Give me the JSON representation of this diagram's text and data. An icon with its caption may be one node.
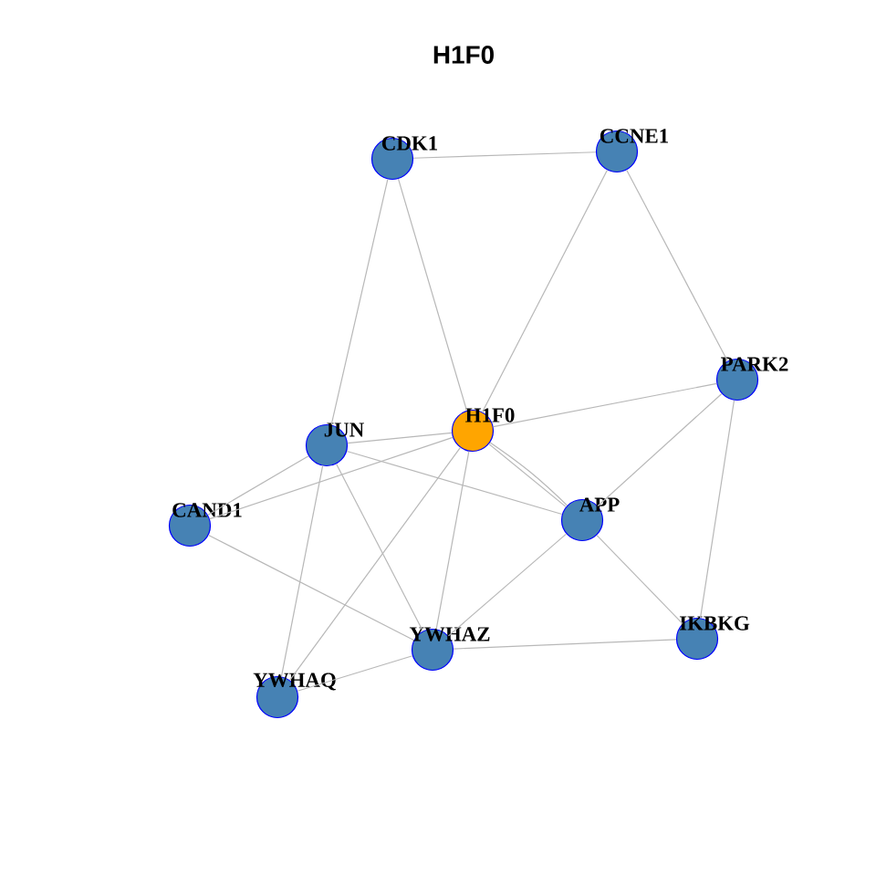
{
  "diagram": {
    "title": "H1F0",
    "nodes": [
      {
        "text": [
          "CDK1"
        ]
      },
      {
        "text": [
          "CCNE1"
        ]
      },
      {
        "text": [
          "PARK2"
        ]
      },
      {
        "text": [
          "JUN"
        ]
      },
      {
        "text": [
          "H1F0"
        ]
      },
      {
        "text": [
          "CAND1"
        ]
      },
      {
        "text": [
          "APP"
        ]
      },
      {
        "text": [
          "YWHAZ"
        ]
      },
      {
        "text": [
          "IKBKG"
        ]
      },
      {
        "text": [
          "YWHAQ"
        ]
      }
    ],
    "edges": [
      {
        "from": 0,
        "to": 1,
        "arrow": "none"
      },
      {
        "from": 0,
        "to": 3,
        "arrow": "none"
      },
      {
        "from": 0,
        "to": 4,
        "arrow": "none"
      },
      {
        "from": 1,
        "to": 4,
        "arrow": "none"
      },
      {
        "from": 1,
        "to": 2,
        "arrow": "none"
      },
      {
        "from": 2,
        "to": 4,
        "arrow": "none"
      },
      {
        "from": 2,
        "to": 6,
        "arrow": "none"
      },
      {
        "from": 2,
        "to": 8,
        "arrow": "none"
      },
      {
        "from": 3,
        "to": 4,
        "arrow": "none"
      },
      {
        "from": 3,
        "to": 5,
        "arrow": "none"
      },
      {
        "from": 3,
        "to": 6,
        "arrow": "none"
      },
      {
        "from": 3,
        "to": 7,
        "arrow": "none"
      },
      {
        "from": 3,
        "to": 9,
        "arrow": "none"
      },
      {
        "from": 4,
        "to": 5,
        "arrow": "none"
      },
      {
        "from": 4,
        "to": 6,
        "arrow": "none"
      },
      {
        "from": 4,
        "to": 6,
        "arrow": "none"
      },
      {
        "from": 4,
        "to": 7,
        "arrow": "none"
      },
      {
        "from": 4,
        "to": 9,
        "arrow": "none"
      },
      {
        "from": 5,
        "to": 7,
        "arrow": "none"
      },
      {
        "from": 6,
        "to": 7,
        "arrow": "none"
      },
      {
        "from": 6,
        "to": 8,
        "arrow": "none"
      },
      {
        "from": 7,
        "to": 8,
        "arrow": "none"
      },
      {
        "from": 7,
        "to": 9,
        "arrow": "none"
      }
    ]
  }
}
